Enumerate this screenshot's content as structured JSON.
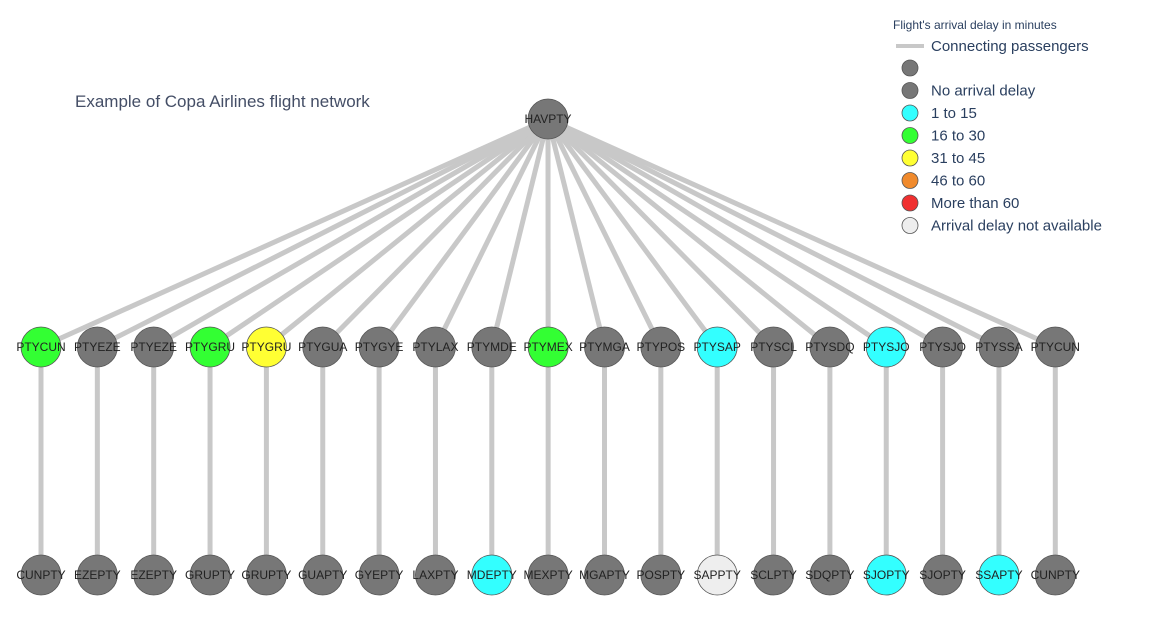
{
  "title": "Example of Copa Airlines flight network",
  "legend": {
    "title": "Flight's arrival delay in minutes",
    "edge_label": "Connecting passengers",
    "edge_color": "#c8c8c8",
    "items": [
      {
        "label": "",
        "color": "#777777"
      },
      {
        "label": "No arrival delay",
        "color": "#777777"
      },
      {
        "label": "1 to 15",
        "color": "#33ffff"
      },
      {
        "label": "16 to 30",
        "color": "#33ff33"
      },
      {
        "label": "31 to 45",
        "color": "#ffff33"
      },
      {
        "label": "46 to 60",
        "color": "#f08a2c"
      },
      {
        "label": "More than 60",
        "color": "#f03030"
      },
      {
        "label": "Arrival delay not available",
        "color": "#eeeeee"
      }
    ]
  },
  "network": {
    "root": {
      "label": "HAVPTY",
      "color": "#777777"
    },
    "middle": [
      {
        "label": "PTYCUN",
        "color": "#33ff33"
      },
      {
        "label": "PTYEZE",
        "color": "#777777"
      },
      {
        "label": "PTYEZE",
        "color": "#777777"
      },
      {
        "label": "PTYGRU",
        "color": "#33ff33"
      },
      {
        "label": "PTYGRU",
        "color": "#ffff33"
      },
      {
        "label": "PTYGUA",
        "color": "#777777"
      },
      {
        "label": "PTYGYE",
        "color": "#777777"
      },
      {
        "label": "PTYLAX",
        "color": "#777777"
      },
      {
        "label": "PTYMDE",
        "color": "#777777"
      },
      {
        "label": "PTYMEX",
        "color": "#33ff33"
      },
      {
        "label": "PTYMGA",
        "color": "#777777"
      },
      {
        "label": "PTYPOS",
        "color": "#777777"
      },
      {
        "label": "PTYSAP",
        "color": "#33ffff"
      },
      {
        "label": "PTYSCL",
        "color": "#777777"
      },
      {
        "label": "PTYSDQ",
        "color": "#777777"
      },
      {
        "label": "PTYSJO",
        "color": "#33ffff"
      },
      {
        "label": "PTYSJO",
        "color": "#777777"
      },
      {
        "label": "PTYSSA",
        "color": "#777777"
      },
      {
        "label": "PTYCUN",
        "color": "#777777"
      }
    ],
    "bottom": [
      {
        "label": "CUNPTY",
        "color": "#777777"
      },
      {
        "label": "EZEPTY",
        "color": "#777777"
      },
      {
        "label": "EZEPTY",
        "color": "#777777"
      },
      {
        "label": "GRUPTY",
        "color": "#777777"
      },
      {
        "label": "GRUPTY",
        "color": "#777777"
      },
      {
        "label": "GUAPTY",
        "color": "#777777"
      },
      {
        "label": "GYEPTY",
        "color": "#777777"
      },
      {
        "label": "LAXPTY",
        "color": "#777777"
      },
      {
        "label": "MDEPTY",
        "color": "#33ffff"
      },
      {
        "label": "MEXPTY",
        "color": "#777777"
      },
      {
        "label": "MGAPTY",
        "color": "#777777"
      },
      {
        "label": "POSPTY",
        "color": "#777777"
      },
      {
        "label": "SAPPTY",
        "color": "#eeeeee"
      },
      {
        "label": "SCLPTY",
        "color": "#777777"
      },
      {
        "label": "SDQPTY",
        "color": "#777777"
      },
      {
        "label": "SJOPTY",
        "color": "#33ffff"
      },
      {
        "label": "SJOPTY",
        "color": "#777777"
      },
      {
        "label": "SSAPTY",
        "color": "#33ffff"
      },
      {
        "label": "CUNPTY",
        "color": "#777777"
      }
    ]
  }
}
